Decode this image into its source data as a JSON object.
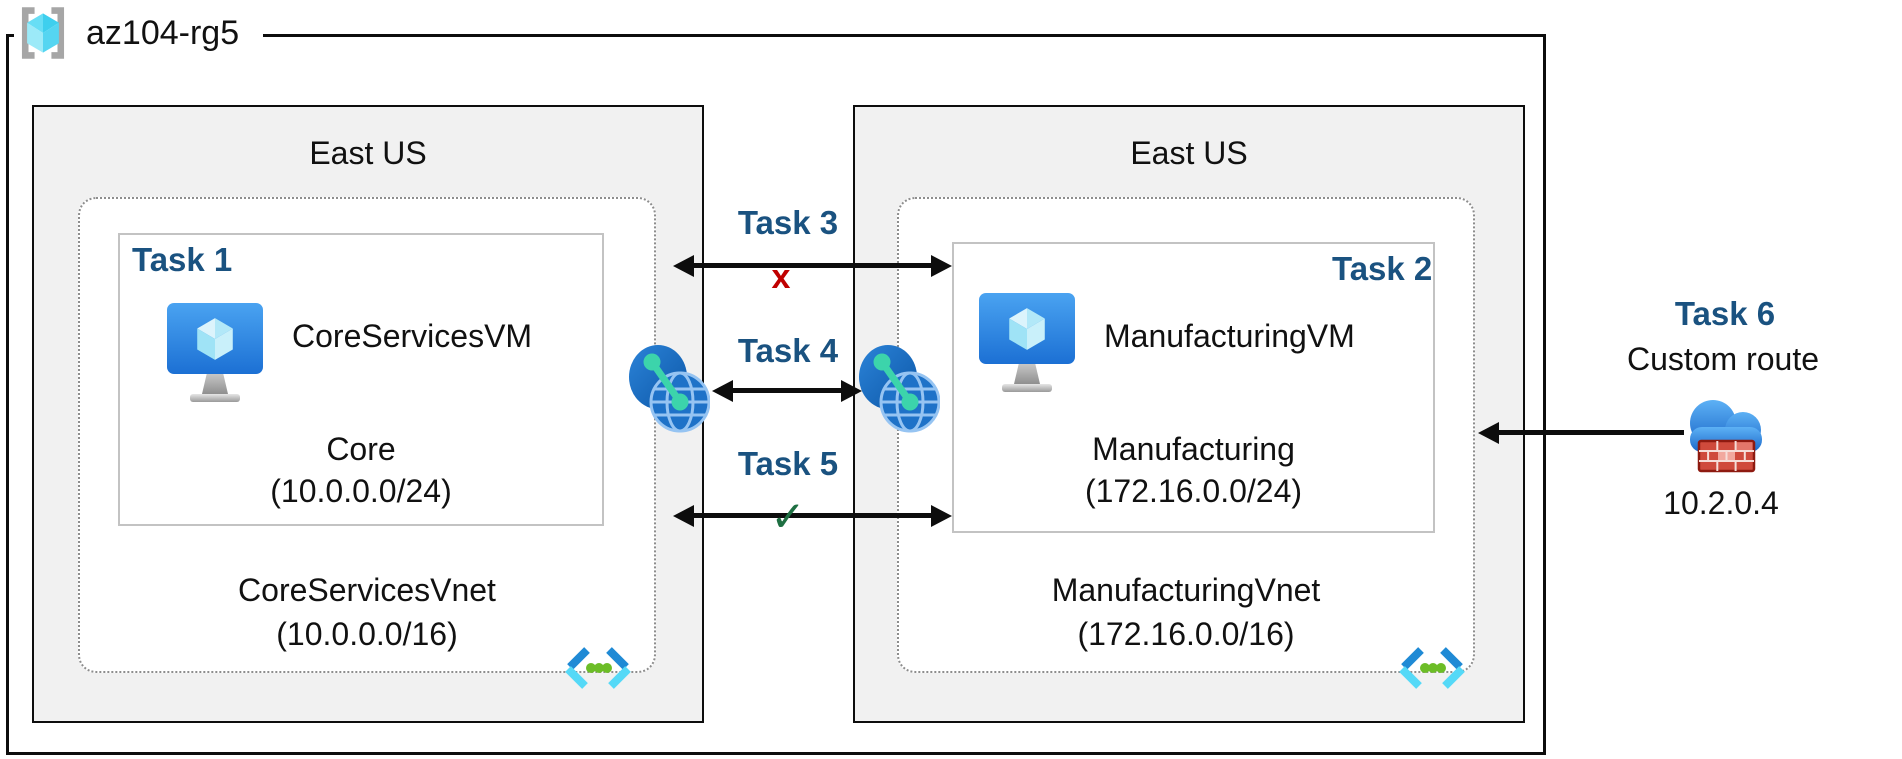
{
  "resource_group": {
    "name": "az104-rg5"
  },
  "regions": [
    {
      "title": "East US",
      "vnet": {
        "name": "CoreServicesVnet",
        "cidr": "(10.0.0.0/16)"
      },
      "subnet": {
        "task": "Task 1",
        "vm_name": "CoreServicesVM",
        "name": "Core",
        "cidr": "(10.0.0.0/24)"
      }
    },
    {
      "title": "East US",
      "vnet": {
        "name": "ManufacturingVnet",
        "cidr": "(172.16.0.0/16)"
      },
      "subnet": {
        "task": "Task 2",
        "vm_name": "ManufacturingVM",
        "name": "Manufacturing",
        "cidr": "(172.16.0.0/24)"
      }
    }
  ],
  "connections": [
    {
      "label": "Task 3",
      "marker": "x"
    },
    {
      "label": "Task 4",
      "marker": ""
    },
    {
      "label": "Task 5",
      "marker": "✓"
    },
    {
      "label": "Task 6",
      "sublabel": "Custom route",
      "ip": "10.2.0.4"
    }
  ],
  "icons": {
    "resource_group": "resource-group-icon",
    "vm": "virtual-machine-icon",
    "peering": "network-peering-icon",
    "vnet": "virtual-network-icon",
    "cloud_firewall": "cloud-firewall-icon"
  },
  "colors": {
    "task_label": "#1a5280",
    "blocked_x": "#c00000",
    "allowed_check": "#1e6f42",
    "region_fill": "#f1f1f1",
    "border": "#0d0d0d",
    "vm_blue": "#1c70d4",
    "peer_teal": "#3cd4ab",
    "vnet_green_dots": "#6cbd27",
    "firewall_red": "#cf4a3c"
  }
}
